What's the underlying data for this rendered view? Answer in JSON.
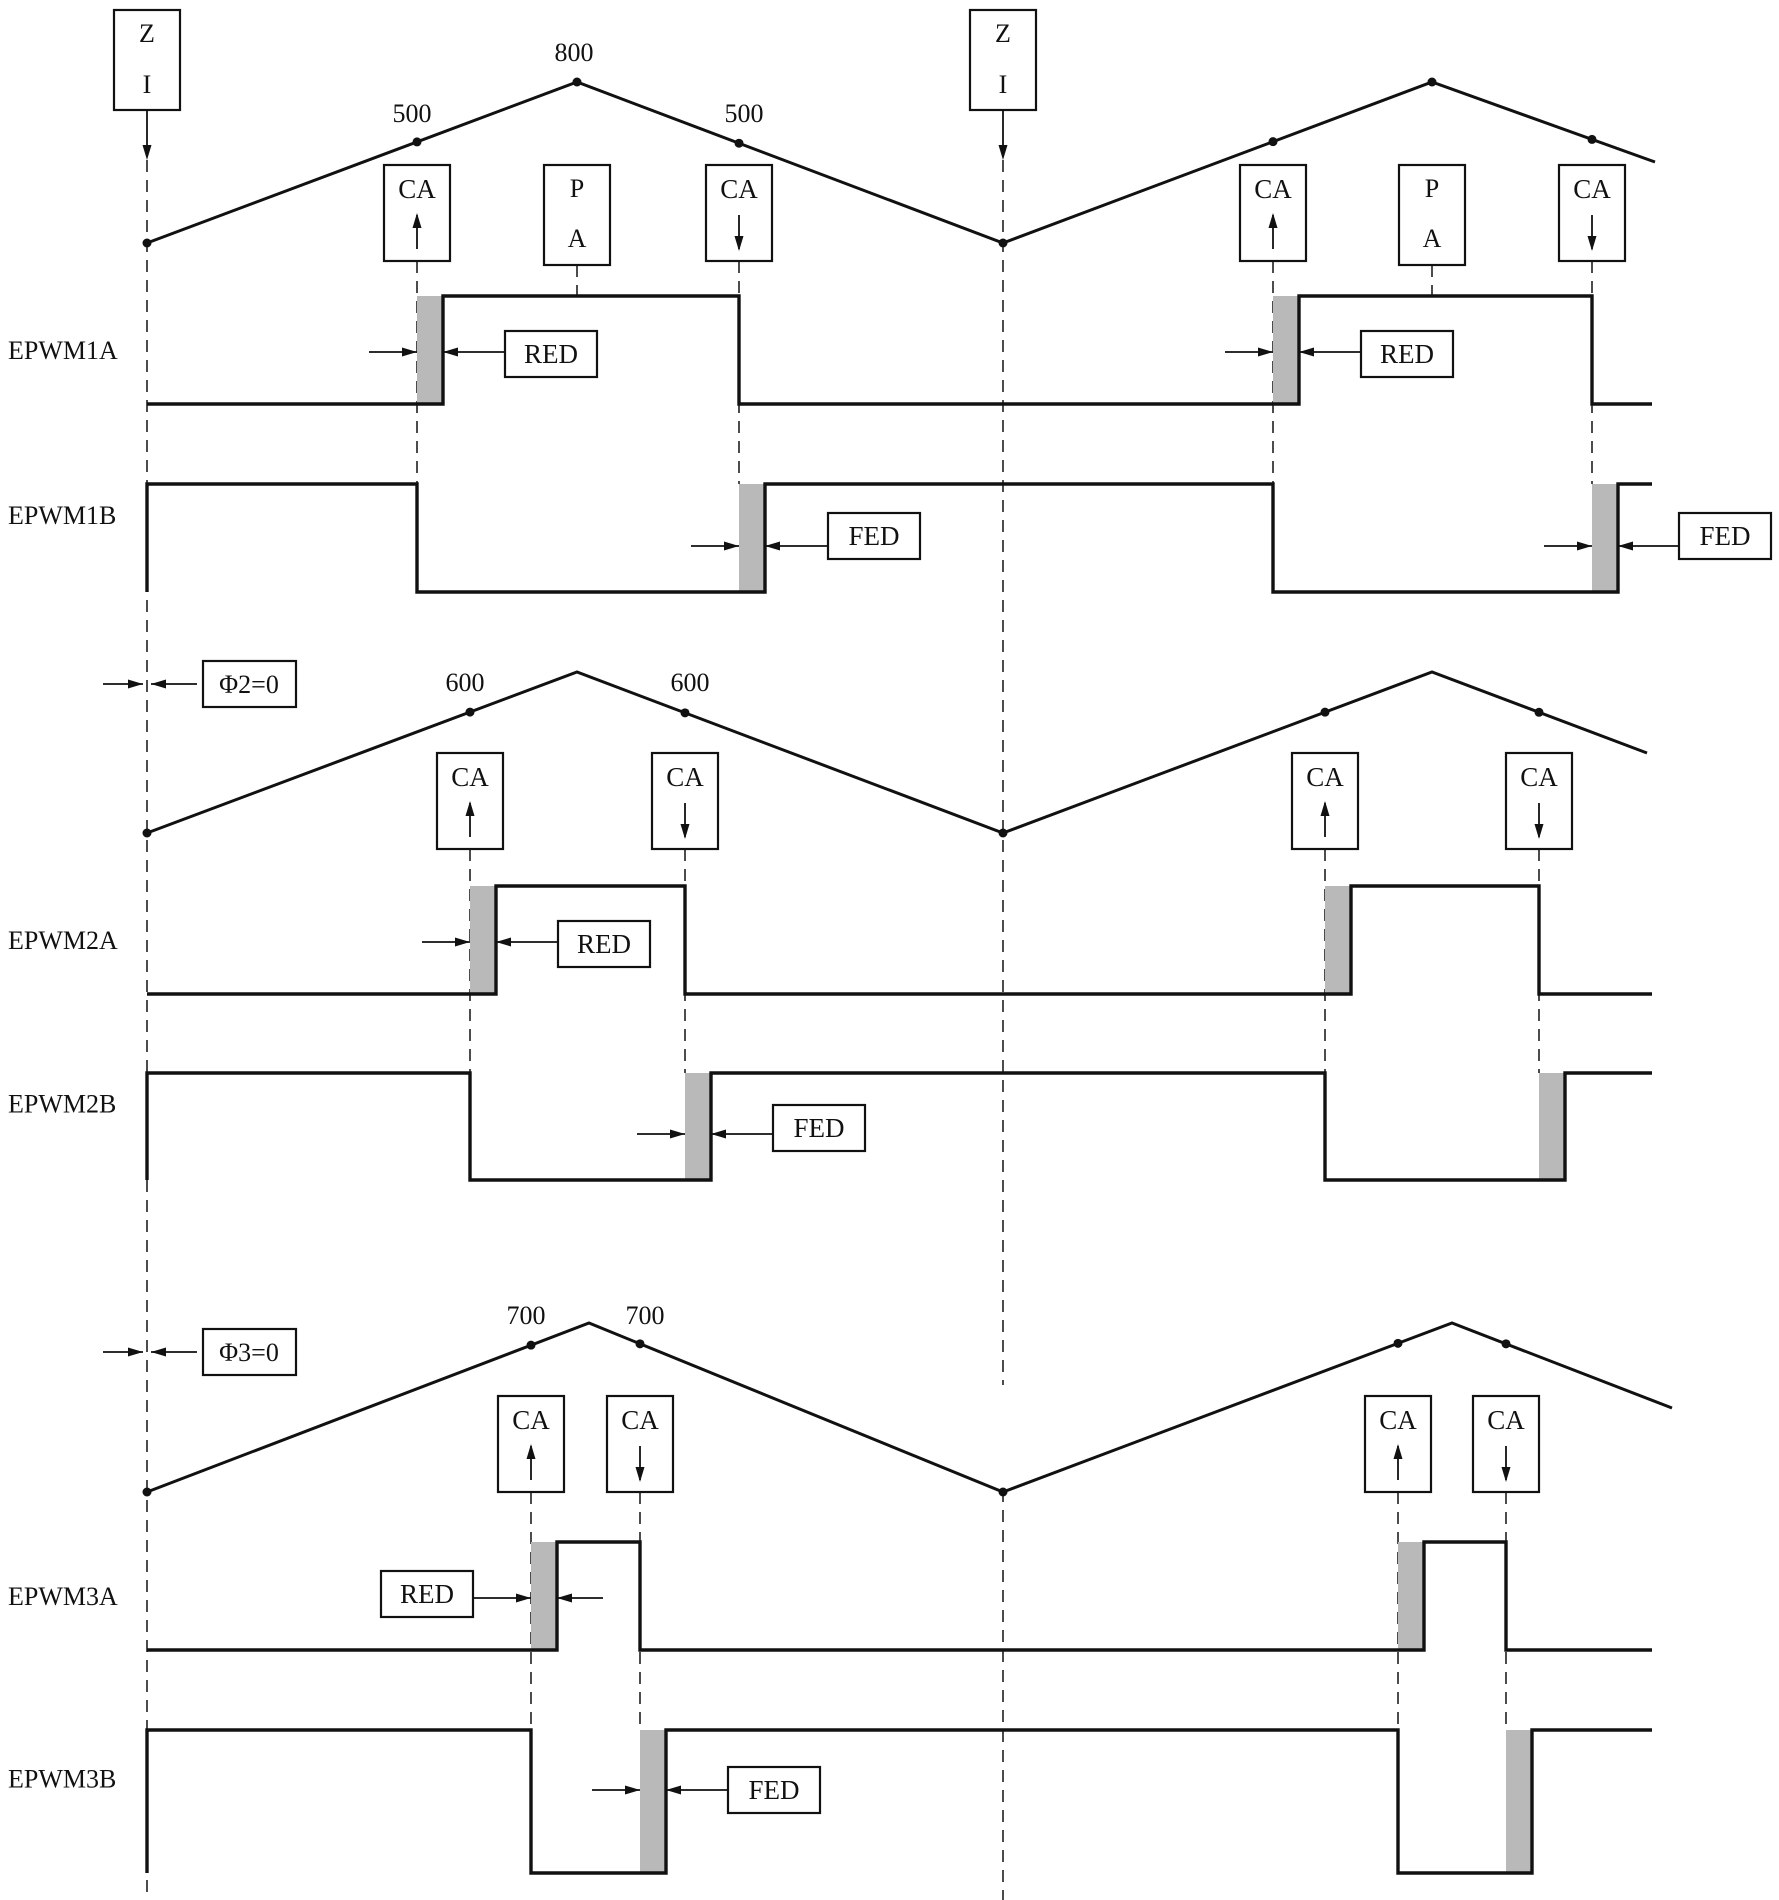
{
  "colors": {
    "ink": "#111111",
    "deadband": "#b9b9b9",
    "background": "#ffffff"
  },
  "channels": [
    {
      "a_label": "EPWM1A",
      "b_label": "EPWM1B",
      "cmp_value": "500",
      "peak_value": "800",
      "phase_label": "",
      "period_event": "PA"
    },
    {
      "a_label": "EPWM2A",
      "b_label": "EPWM2B",
      "cmp_value": "600",
      "peak_value": "",
      "phase_label": "Φ2=0",
      "period_event": ""
    },
    {
      "a_label": "EPWM3A",
      "b_label": "EPWM3B",
      "cmp_value": "700",
      "peak_value": "",
      "phase_label": "Φ3=0",
      "period_event": ""
    }
  ],
  "zero_event": "ZI",
  "compare_event": "CA",
  "rising_delay_label": "RED",
  "falling_delay_label": "FED"
}
